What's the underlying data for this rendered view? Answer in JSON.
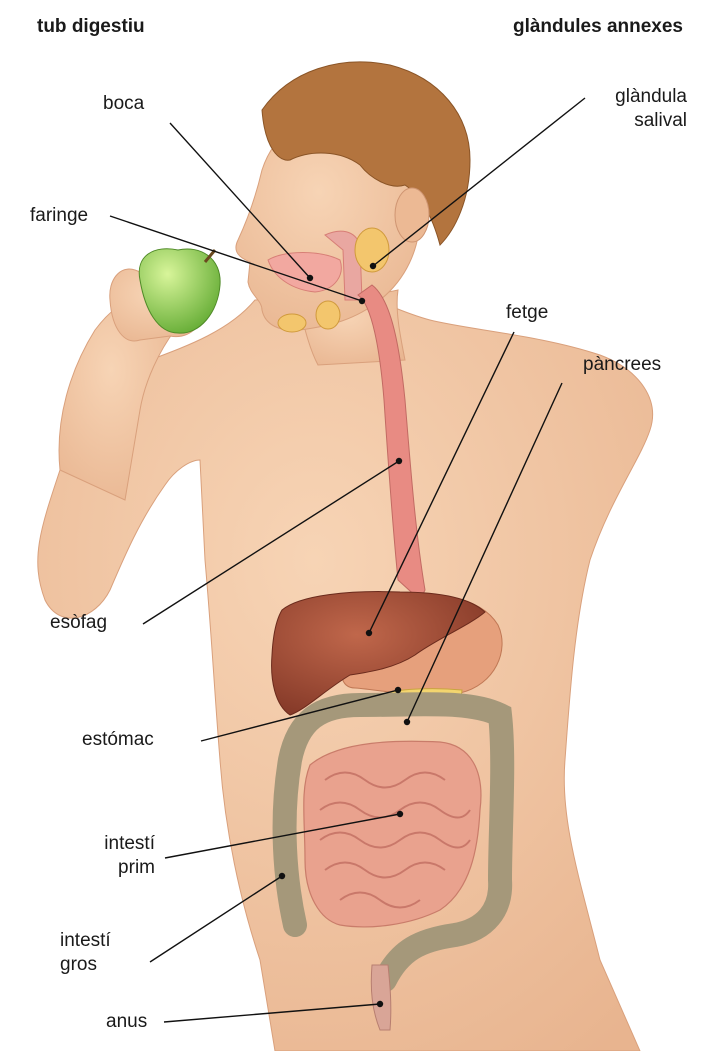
{
  "headers": {
    "left": "tub digestiu",
    "right": "glàndules annexes"
  },
  "labels": {
    "boca": "boca",
    "faringe": "faringe",
    "glandula_line1": "glàndula",
    "glandula_line2": "salival",
    "fetge": "fetge",
    "pancrees": "pàncrees",
    "esofag": "esòfag",
    "estomac": "estómac",
    "intesti_prim_line1": "intestí",
    "intesti_prim_line2": "prim",
    "intesti_gros_line1": "intestí",
    "intesti_gros_line2": "gros",
    "anus": "anus"
  },
  "colors": {
    "skin": "#f2c6a2",
    "skin_shadow": "#e2a987",
    "hair": "#b3743e",
    "liver": "#9e4a34",
    "stomach": "#e6a07c",
    "pancreas": "#f3d56f",
    "small_intestine": "#e9a28e",
    "large_intestine": "#a5987a",
    "esophagus": "#e88b83",
    "apple": "#8fd14f",
    "line": "#111111"
  }
}
